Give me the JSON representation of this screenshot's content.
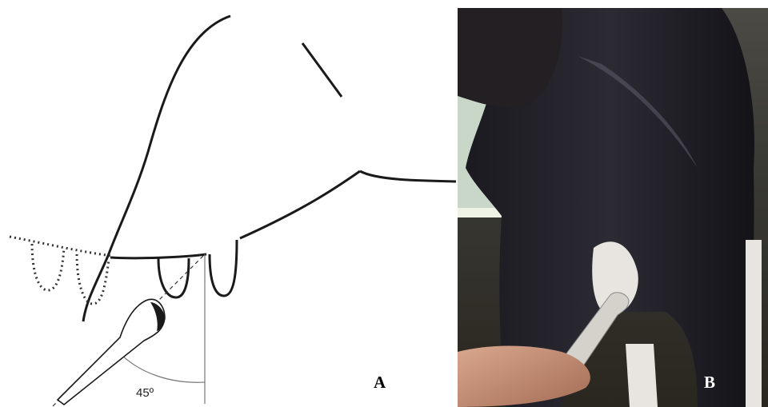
{
  "panel_a": {
    "label": "A",
    "angle_label": "45º"
  },
  "panel_b": {
    "label": "B"
  },
  "colors": {
    "line": "#1a1a1a",
    "guide": "#777777",
    "animal_black": "#18161c",
    "animal_white": "#e8e4e0",
    "skin": "#c9927a"
  }
}
